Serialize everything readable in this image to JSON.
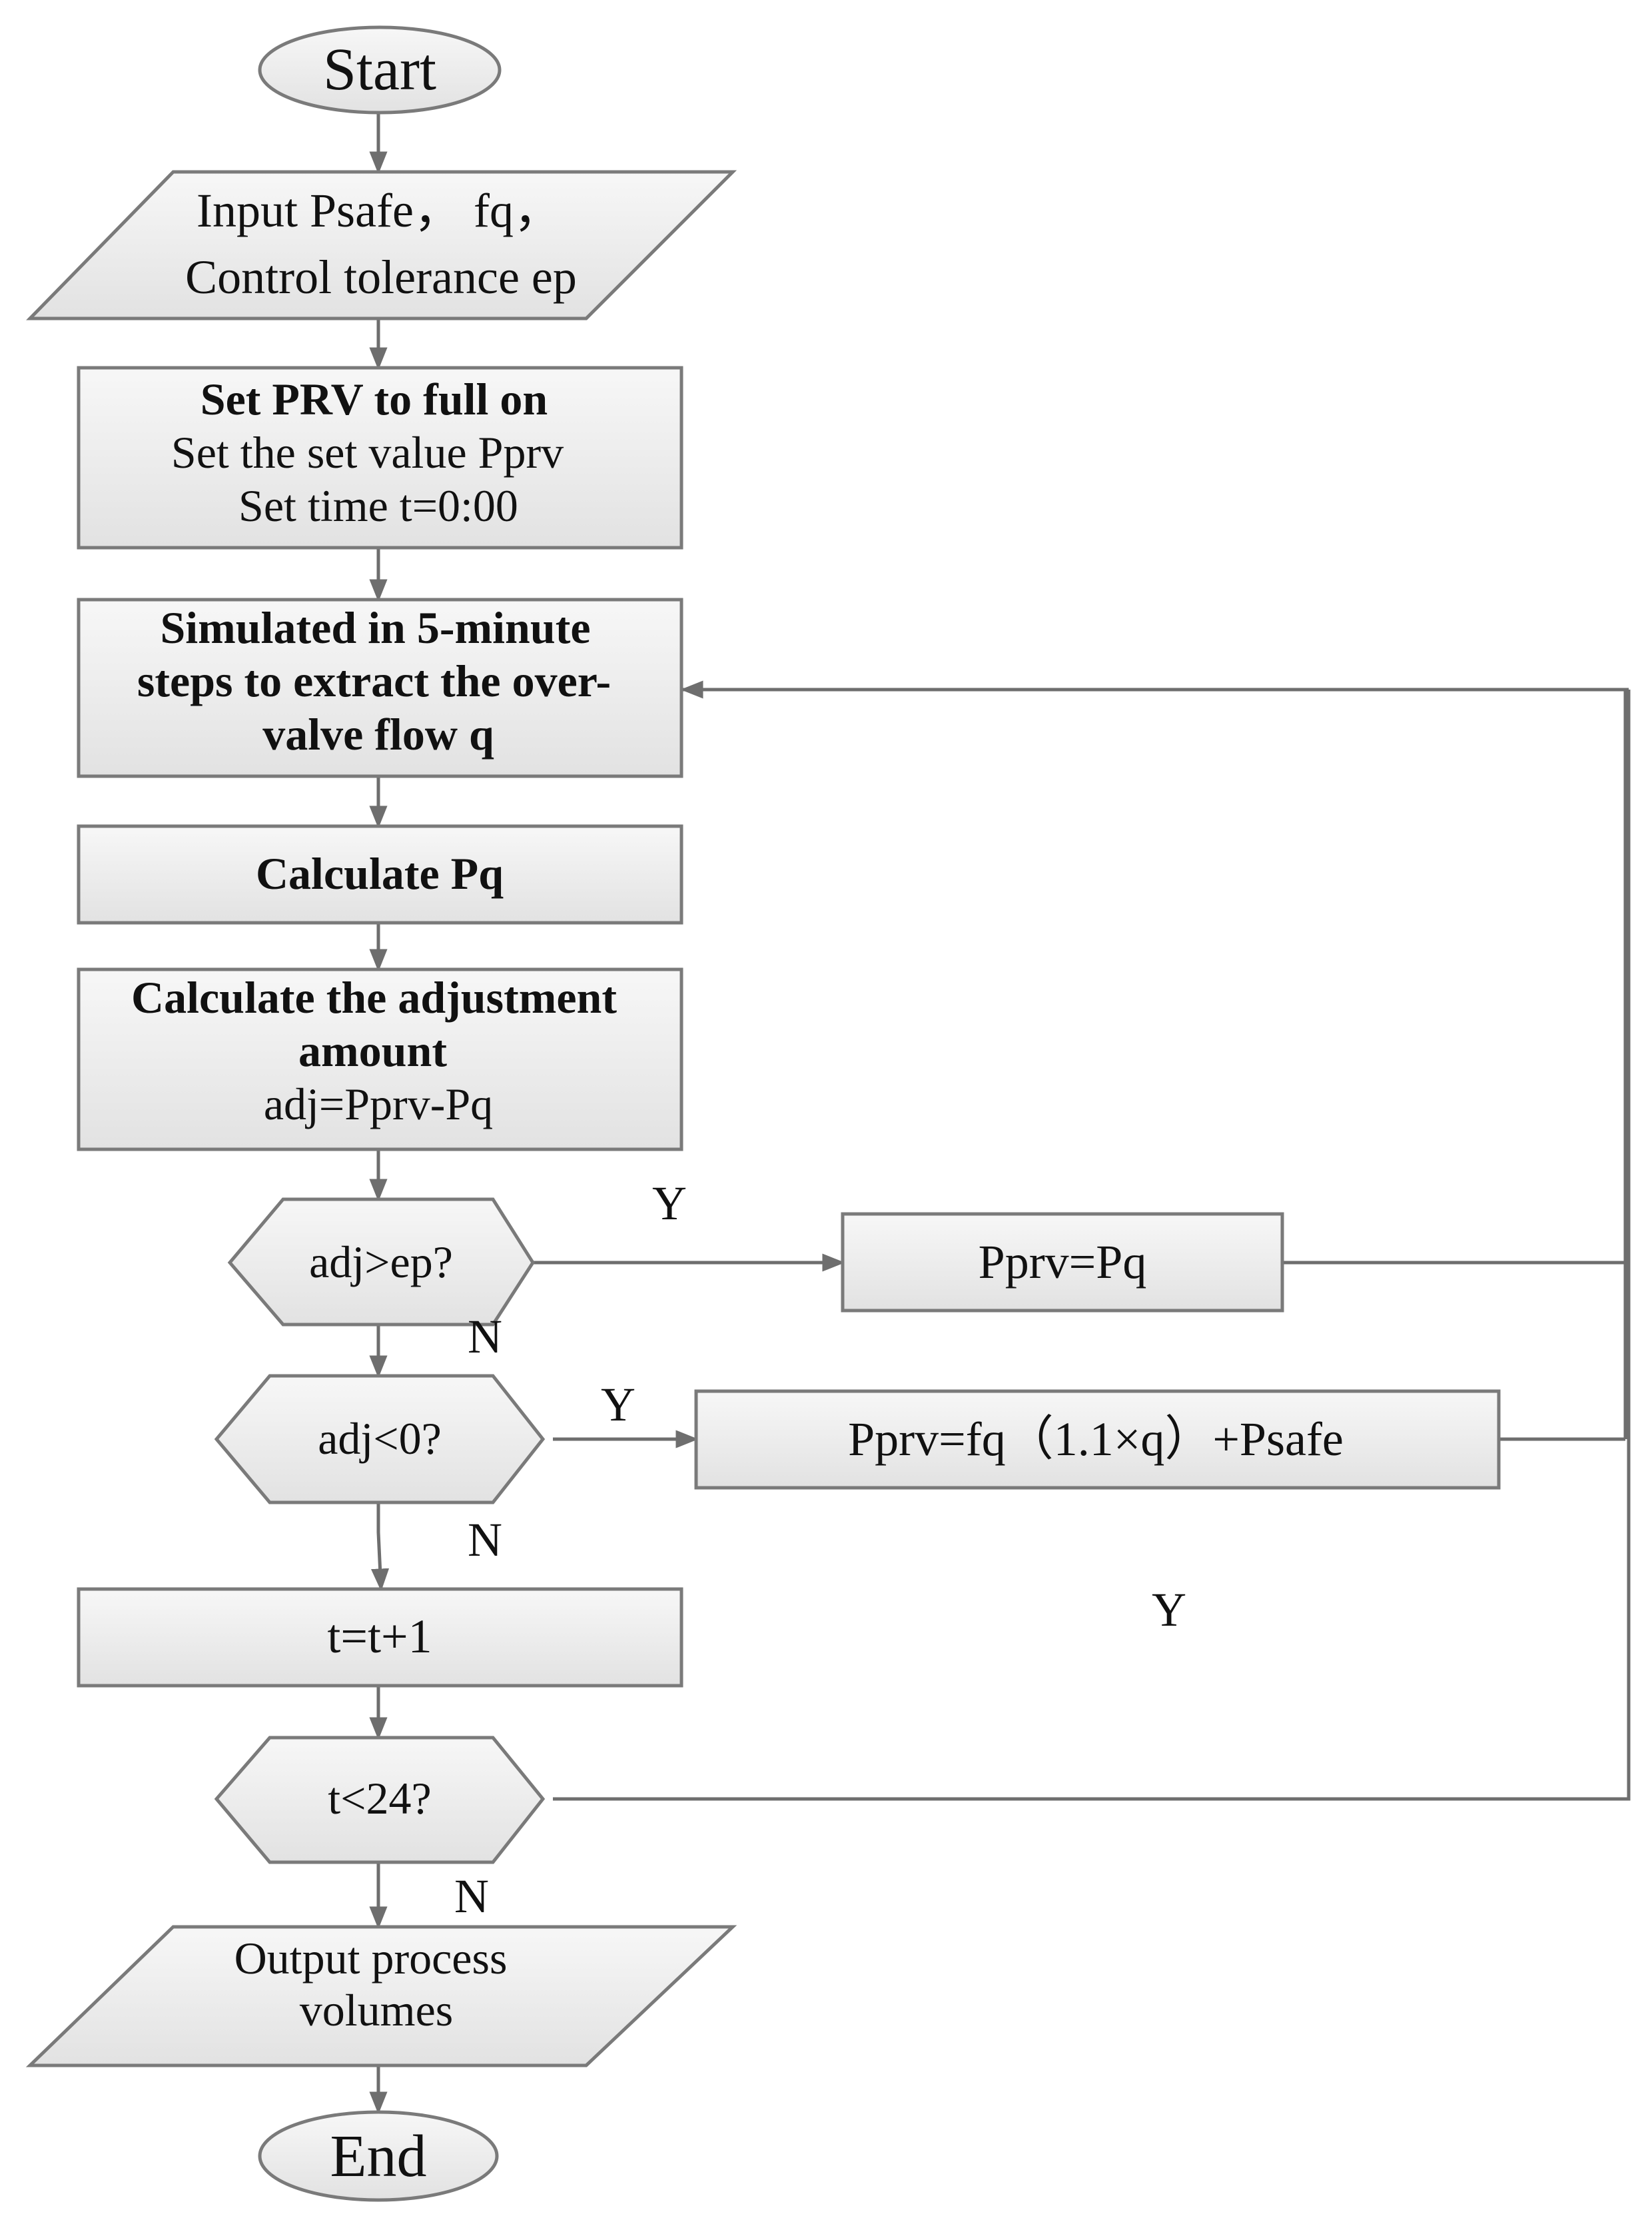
{
  "nodes": {
    "start": {
      "lines": [
        "Start"
      ]
    },
    "input": {
      "lines": [
        "Input  Psafe， fq，",
        "Control tolerance ep"
      ]
    },
    "setup": {
      "lines": [
        "Set PRV to full on",
        "Set the set value Pprv",
        "Set time t=0:00"
      ]
    },
    "simulate": {
      "lines": [
        "Simulated in 5-minute",
        "steps to extract the over-",
        "valve flow q"
      ]
    },
    "calc_pq": {
      "lines": [
        "Calculate Pq"
      ]
    },
    "calc_adj": {
      "lines": [
        "Calculate the adjustment",
        "amount",
        "adj=Pprv-Pq"
      ]
    },
    "dec_ep": {
      "lines": [
        "adj>ep?"
      ]
    },
    "pprv_pq": {
      "lines": [
        "Pprv=Pq"
      ]
    },
    "dec_zero": {
      "lines": [
        "adj<0?"
      ]
    },
    "pprv_fq": {
      "lines": [
        "Pprv=fq（1.1×q）+Psafe"
      ]
    },
    "increment": {
      "lines": [
        "t=t+1"
      ]
    },
    "dec_t": {
      "lines": [
        "t<24?"
      ]
    },
    "output": {
      "lines": [
        "Output process",
        "volumes"
      ]
    },
    "end": {
      "lines": [
        "End"
      ]
    }
  },
  "edge_labels": {
    "ep_yes": "Y",
    "ep_no": "N",
    "zero_yes": "Y",
    "zero_no": "N",
    "t_yes": "Y",
    "t_no": "N"
  }
}
